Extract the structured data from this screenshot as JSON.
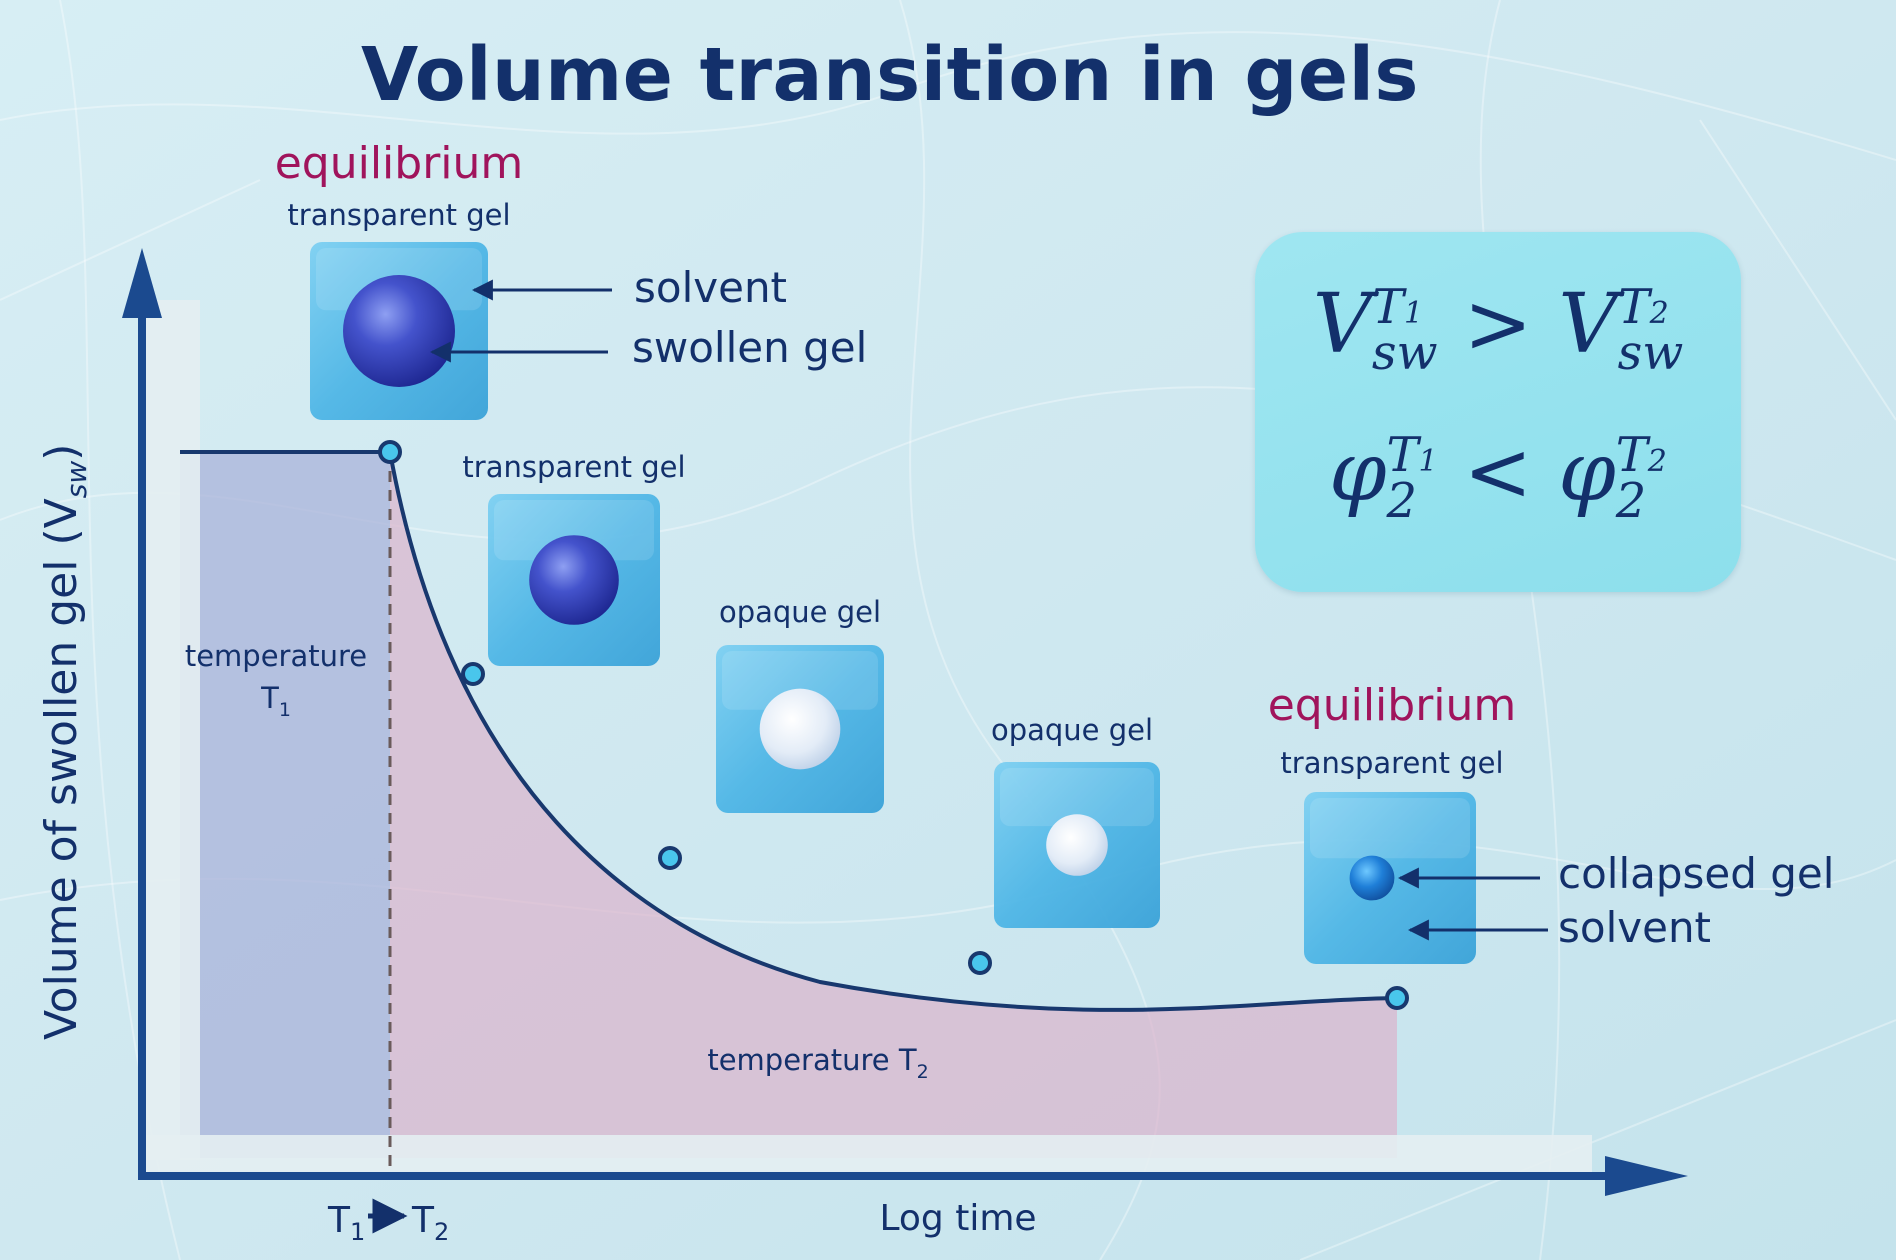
{
  "title": "Volume transition in gels",
  "y_axis_label": "Volume of swollen gel (V",
  "y_axis_label_sub": "sw",
  "y_axis_label_close": ")",
  "x_axis_label": "Log time",
  "x_tick_label": {
    "t1": "T",
    "t1_sub": "1",
    "t2": "T",
    "t2_sub": "2"
  },
  "region_left_label": {
    "line1": "temperature",
    "line2": "T",
    "line2_sub": "1"
  },
  "region_right_label": {
    "text": "temperature T",
    "sub": "2"
  },
  "stages": [
    {
      "state": "equilibrium",
      "label": "transparent gel",
      "appearance": "transparent",
      "size": 1.0
    },
    {
      "state": "",
      "label": "transparent gel",
      "appearance": "transparent",
      "size": 0.8
    },
    {
      "state": "",
      "label": "opaque gel",
      "appearance": "opaque",
      "size": 0.72
    },
    {
      "state": "",
      "label": "opaque gel",
      "appearance": "opaque",
      "size": 0.55
    },
    {
      "state": "equilibrium",
      "label": "transparent gel",
      "appearance": "transparent",
      "size": 0.4
    }
  ],
  "callouts": {
    "top_solvent": "solvent",
    "top_swollen": "swollen gel",
    "bottom_collapsed": "collapsed gel",
    "bottom_solvent": "solvent"
  },
  "equations": {
    "line1": {
      "lhs": "V",
      "lhs_sub": "sw",
      "lhs_sup": "T",
      "lhs_sup_sub": "1",
      "op": ">",
      "rhs": "V",
      "rhs_sub": "sw",
      "rhs_sup": "T",
      "rhs_sup_sub": "2"
    },
    "line2": {
      "lhs": "φ",
      "lhs_sub": "2",
      "lhs_sup": "T",
      "lhs_sup_sub": "1",
      "op": "<",
      "rhs": "φ",
      "rhs_sub": "2",
      "rhs_sup": "T",
      "rhs_sup_sub": "2"
    }
  },
  "colors": {
    "axis": "#1b4a8f",
    "curve": "#18386e",
    "region_t1": "#a9b3da",
    "region_t2": "#dcb4cc",
    "equilibrium_text": "#a0145c",
    "label_text": "#13306b",
    "cube": "#4fb6e6",
    "swollen_core": "#3340b8",
    "opaque_core": "#e6eef8",
    "equation_box": "#8ddfec"
  }
}
